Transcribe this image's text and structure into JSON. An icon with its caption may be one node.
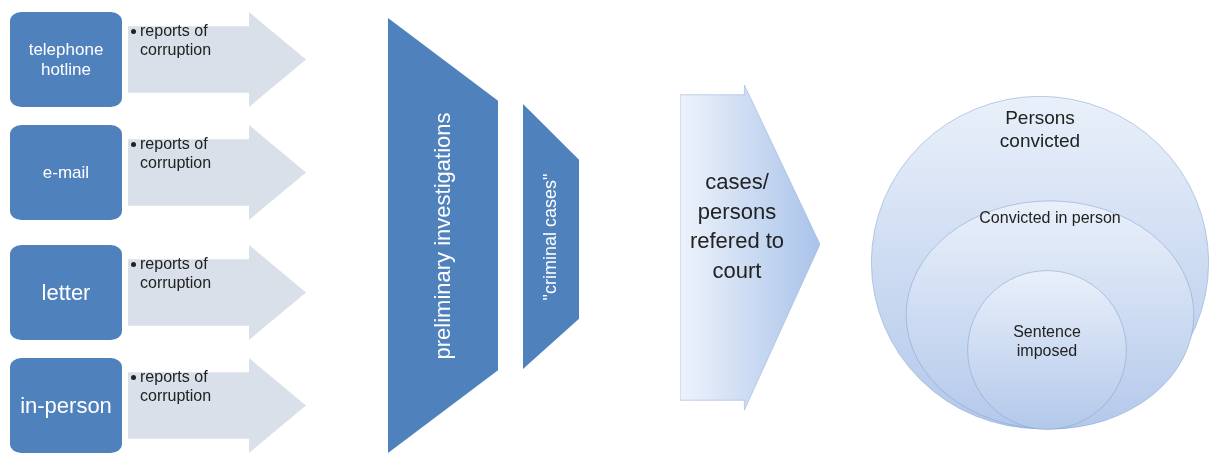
{
  "diagram": {
    "nodes": [
      {
        "text": [
          "telephone hotline"
        ]
      },
      {
        "text": [
          "reports of corruption"
        ]
      },
      {
        "text": [
          "e-mail"
        ]
      },
      {
        "text": [
          "reports of corruption"
        ]
      },
      {
        "text": [
          "letter"
        ]
      },
      {
        "text": [
          "reports of corruption"
        ]
      },
      {
        "text": [
          "in-person"
        ]
      },
      {
        "text": [
          "reports of corruption"
        ]
      },
      {
        "text": [
          "preliminary investigations"
        ]
      },
      {
        "text": [
          "\"criminal cases\""
        ]
      },
      {
        "text": [
          "cases/ persons refered to court"
        ]
      },
      {
        "text": [
          "Persons convicted"
        ]
      },
      {
        "text": [
          "Convicted in person"
        ],
        "in": 11
      },
      {
        "text": [
          "Sentence imposed"
        ],
        "in": 12
      }
    ]
  }
}
